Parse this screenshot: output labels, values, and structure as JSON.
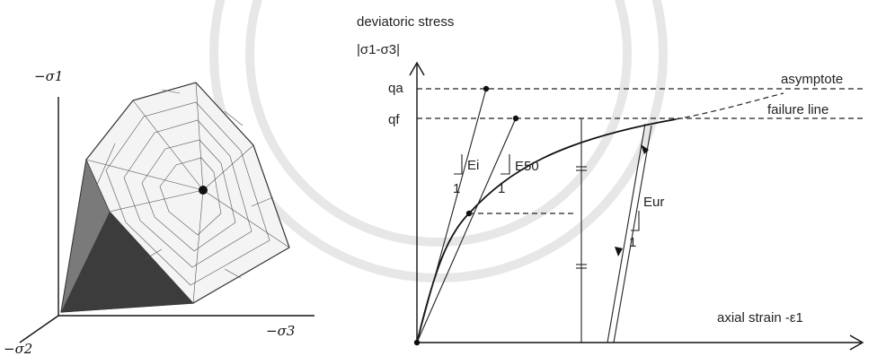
{
  "surface_panel": {
    "axis_sigma1": "−σ1",
    "axis_sigma2": "−σ2",
    "axis_sigma3": "−σ3"
  },
  "curve_panel": {
    "y_title_line1": "deviatoric stress",
    "y_title_line2": "|σ1-σ3|",
    "x_title": "axial strain -ε1",
    "q_a": "qa",
    "q_f": "qf",
    "asymptote": "asymptote",
    "failure_line": "failure line",
    "E_i": "Ei",
    "E_50": "E50",
    "E_ur": "Eur",
    "slope_one": "1"
  }
}
